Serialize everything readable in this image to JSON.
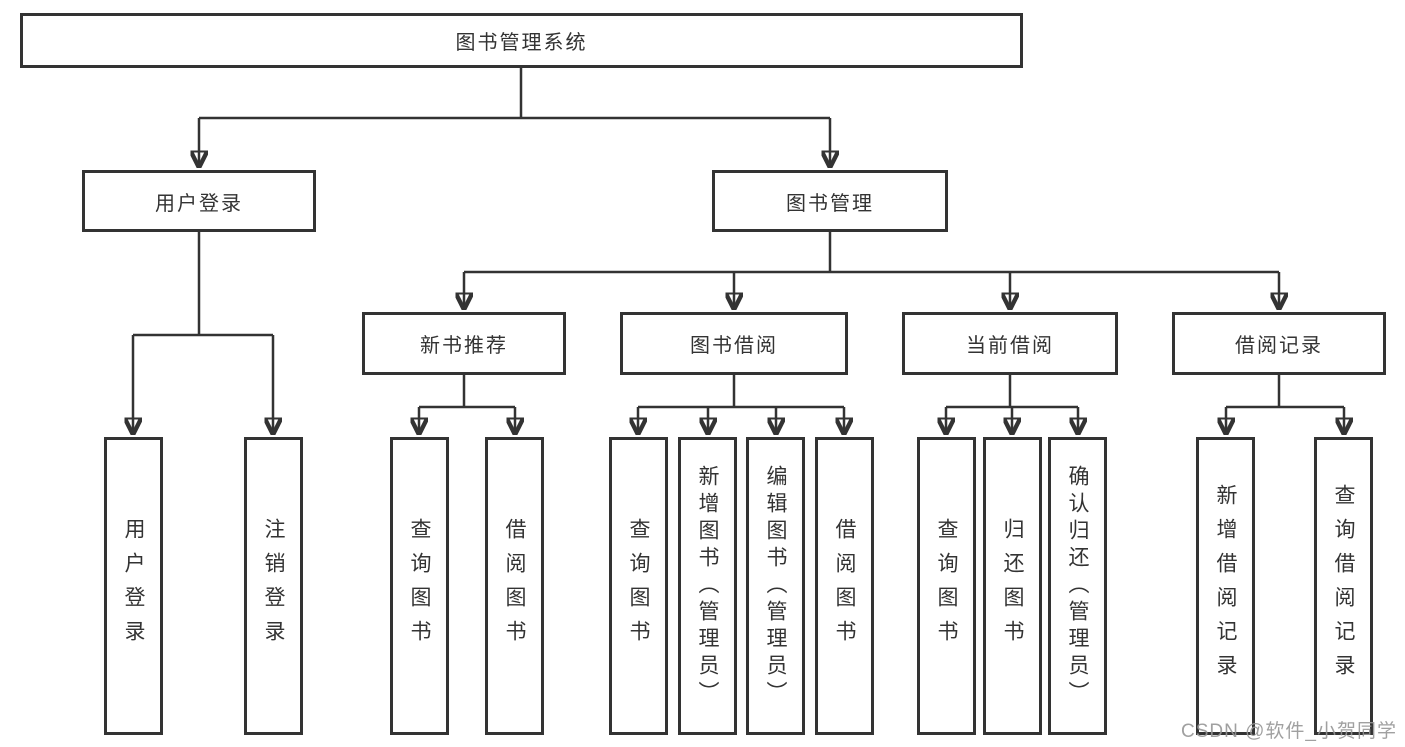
{
  "root_label": "图书管理系统",
  "level2": {
    "left": "用户登录",
    "right": "图书管理"
  },
  "groups": {
    "login": {
      "leaves": [
        "用户登录",
        "注销登录"
      ]
    },
    "recommend": {
      "label": "新书推荐",
      "leaves": [
        "查询图书",
        "借阅图书"
      ]
    },
    "borrow": {
      "label": "图书借阅",
      "leaves": [
        "查询图书",
        "新增图书（管理员）",
        "编辑图书（管理员）",
        "借阅图书"
      ]
    },
    "current": {
      "label": "当前借阅",
      "leaves": [
        "查询图书",
        "归还图书",
        "确认归还（管理员）"
      ]
    },
    "records": {
      "label": "借阅记录",
      "leaves": [
        "新增借阅记录",
        "查询借阅记录"
      ]
    }
  },
  "watermark": "CSDN @软件_小贺同学",
  "colors": {
    "line": "#333333",
    "border": "#333333",
    "text": "#333333",
    "watermark": "#969696",
    "background": "#ffffff"
  }
}
